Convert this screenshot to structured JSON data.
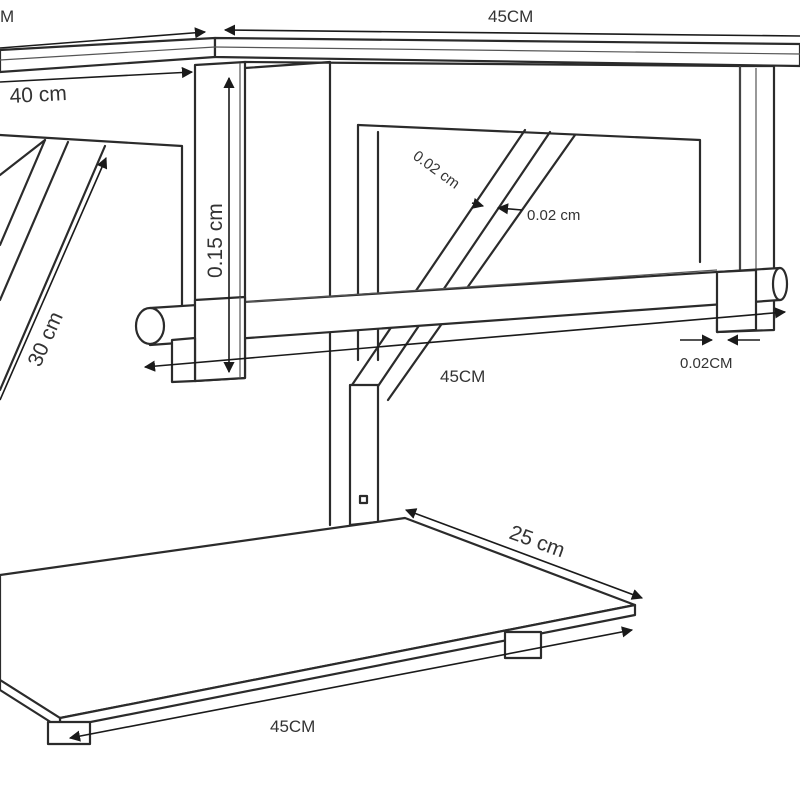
{
  "labels": {
    "top_left_cut": "M",
    "top_width": "45CM",
    "top_depth": "40 cm",
    "post_height": "0.15 cm",
    "side_brace_length": "30 cm",
    "brace_width_a": "0.02 cm",
    "brace_width_b": "0.02 cm",
    "rail_length": "45CM",
    "post_width": "0.02CM",
    "shelf_depth": "25 cm",
    "shelf_width": "45CM"
  },
  "colors": {
    "line": "#2b2b2b",
    "label": "#333333",
    "background": "#ffffff"
  }
}
